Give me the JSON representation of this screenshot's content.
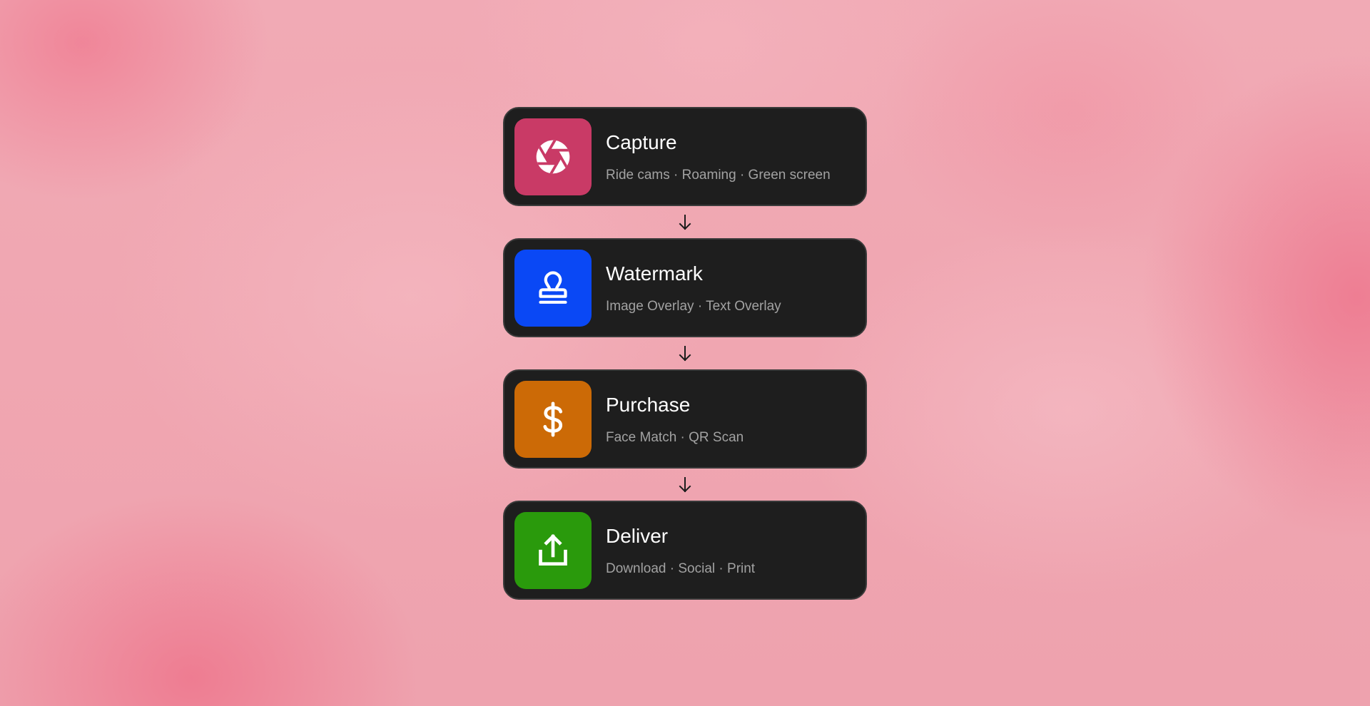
{
  "colors": {
    "card_background": "#1e1e1e",
    "card_border": "#3a3a3a",
    "title_text": "#ffffff",
    "subtitle_text": "#a2a2a2",
    "arrow": "#1c1c1c"
  },
  "steps": [
    {
      "title": "Capture",
      "subtitle": "Ride cams · Roaming · Green screen",
      "icon": "camera-aperture-icon",
      "color": "#c93a66"
    },
    {
      "title": "Watermark",
      "subtitle": "Image Overlay · Text Overlay",
      "icon": "stamp-icon",
      "color": "#0a48f5"
    },
    {
      "title": "Purchase",
      "subtitle": "Face Match · QR Scan",
      "icon": "dollar-sign-icon",
      "color": "#cc6a06"
    },
    {
      "title": "Deliver",
      "subtitle": "Download · Social · Print",
      "icon": "upload-icon",
      "color": "#2a9a0c"
    }
  ]
}
